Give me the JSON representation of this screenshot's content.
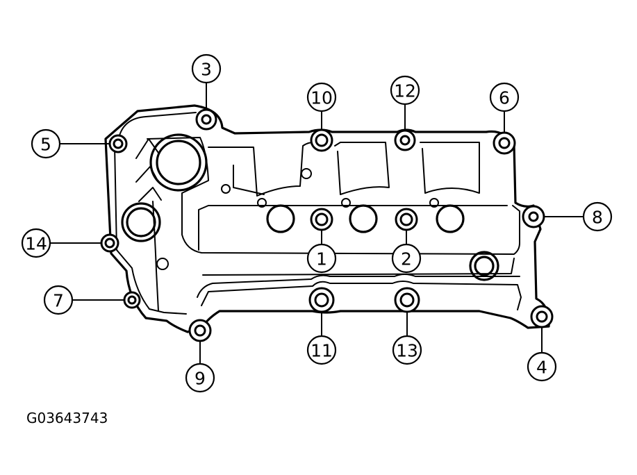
{
  "figure": {
    "reference_id": "G03643743"
  },
  "bolts": [
    {
      "number": "1"
    },
    {
      "number": "2"
    },
    {
      "number": "3"
    },
    {
      "number": "4"
    },
    {
      "number": "5"
    },
    {
      "number": "6"
    },
    {
      "number": "7"
    },
    {
      "number": "8"
    },
    {
      "number": "9"
    },
    {
      "number": "10"
    },
    {
      "number": "11"
    },
    {
      "number": "12"
    },
    {
      "number": "13"
    },
    {
      "number": "14"
    }
  ]
}
